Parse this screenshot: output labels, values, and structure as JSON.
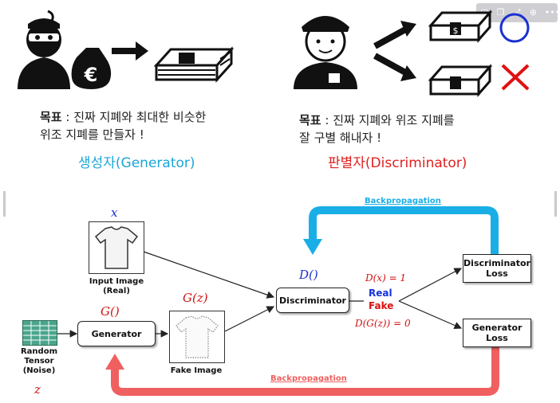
{
  "generator_panel": {
    "goal_bold": "목표",
    "goal_line1": " : 진짜 지폐와 최대한 비슷한",
    "goal_line2": "위조 지폐를 만들자 !",
    "title": "생성자(Generator)"
  },
  "discriminator_panel": {
    "goal_bold": "목표",
    "goal_line1": " : 진짜 지폐와 위조 지폐를",
    "goal_line2": "잘 구별 해내자 !",
    "title": "판별자(Discriminator)"
  },
  "diagram": {
    "x_symbol": "x",
    "input_image_label_1": "Input Image",
    "input_image_label_2": "(Real)",
    "g_func": "G()",
    "gz": "G(z)",
    "generator_box": "Generator",
    "fake_image_label": "Fake Image",
    "random_tensor_1": "Random",
    "random_tensor_2": "Tensor",
    "random_tensor_3": "(Noise)",
    "z_symbol": "z",
    "d_func": "D()",
    "discriminator_box": "Discriminator",
    "dx_eq": "D(x) = 1",
    "real": "Real",
    "fake": "Fake",
    "dgz_eq": "D(G(z)) = 0",
    "disc_loss_1": "Discriminator",
    "disc_loss_2": "Loss",
    "gen_loss_1": "Generator",
    "gen_loss_2": "Loss",
    "backprop_top": "Backpropagation",
    "backprop_bottom": "Backpropagation",
    "colors": {
      "blue_arrow": "#1aaee6",
      "red_arrow": "#f06060",
      "real": "#1530e0",
      "fake": "#e01010",
      "math": "#d01010",
      "math_blue": "#1a2fd0"
    }
  },
  "icons": [
    "thief-icon",
    "money-bag-icon",
    "arrow-right-icon",
    "banknote-stack-icon",
    "police-icon",
    "circle-icon",
    "x-mark-icon",
    "tshirt-icon",
    "noise-tensor-icon"
  ],
  "toolbar": [
    "window-icon",
    "copy-icon",
    "expand-icon",
    "download-icon",
    "more-icon"
  ]
}
